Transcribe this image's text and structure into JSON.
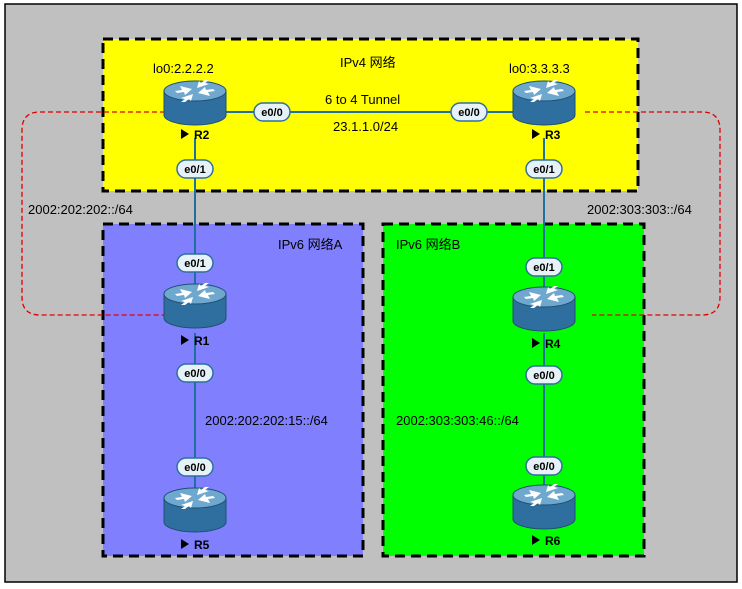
{
  "networks": {
    "ipv4": {
      "label": "IPv4 网络",
      "color": "#ffff00"
    },
    "ipv6a": {
      "label": "IPv6 网络A",
      "color": "#8080ff"
    },
    "ipv6b": {
      "label": "IPv6 网络B",
      "color": "#00ff00"
    }
  },
  "routers": {
    "r1": {
      "name": "R1"
    },
    "r2": {
      "name": "R2",
      "loopback": "lo0:2.2.2.2"
    },
    "r3": {
      "name": "R3",
      "loopback": "lo0:3.3.3.3"
    },
    "r4": {
      "name": "R4"
    },
    "r5": {
      "name": "R5"
    },
    "r6": {
      "name": "R6"
    }
  },
  "ports": {
    "r2_e00": "e0/0",
    "r3_e00": "e0/0",
    "r2_e01": "e0/1",
    "r3_e01": "e0/1",
    "r1_e01": "e0/1",
    "r4_e01": "e0/1",
    "r1_e00": "e0/0",
    "r4_e00": "e0/0",
    "r5_e00": "e0/0",
    "r6_e00": "e0/0"
  },
  "links": {
    "tunnel_label": "6 to 4 Tunnel",
    "tunnel_subnet": "23.1.1.0/24",
    "r1_r5_subnet": "2002:202:202:15::/64",
    "r4_r6_subnet": "2002:303:303:46::/64"
  },
  "sites": {
    "left_prefix": "2002:202:202::/64",
    "right_prefix": "2002:303:303::/64"
  },
  "colors": {
    "background": "#c0c0c0",
    "link": "#1f6f9f",
    "site_outline": "#e00000",
    "router_body": "#2f6f9f",
    "router_top": "#6fa8cf",
    "port_fill": "#e6f2f8",
    "port_stroke": "#2f6f9f"
  }
}
